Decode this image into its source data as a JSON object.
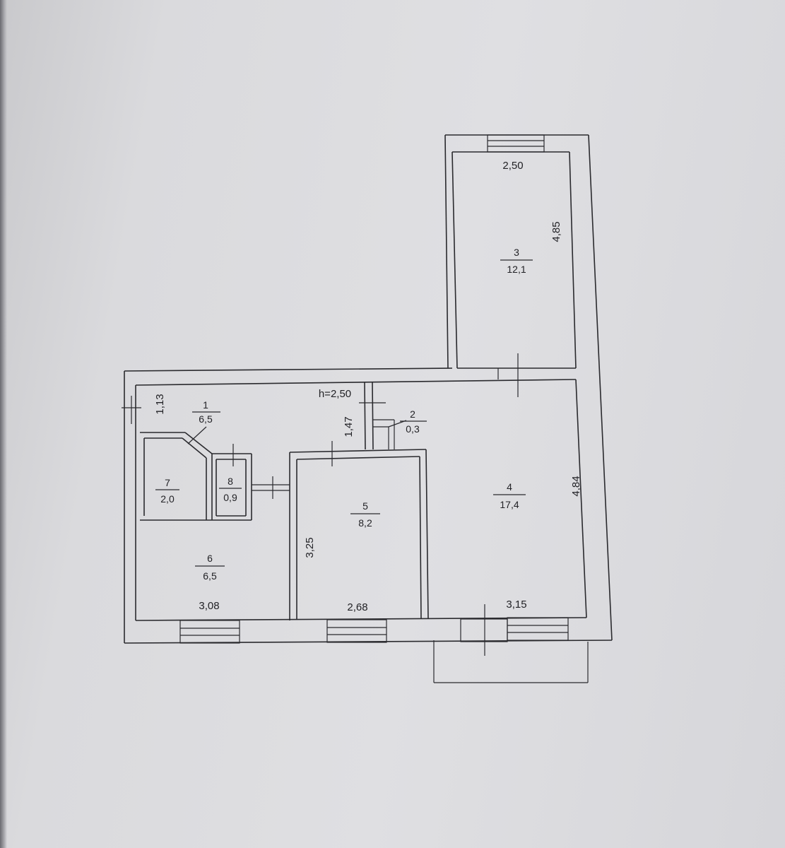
{
  "ceiling_height": "h=2,50",
  "rooms": [
    {
      "number": "1",
      "area": "6,5"
    },
    {
      "number": "2",
      "area": "0,3"
    },
    {
      "number": "3",
      "area": "12,1"
    },
    {
      "number": "4",
      "area": "17,4"
    },
    {
      "number": "5",
      "area": "8,2"
    },
    {
      "number": "6",
      "area": "6,5"
    },
    {
      "number": "7",
      "area": "2,0"
    },
    {
      "number": "8",
      "area": "0,9"
    }
  ],
  "dimensions": {
    "room3_width": "2,50",
    "room3_length": "4,85",
    "room4_length": "4,84",
    "room4_width": "3,15",
    "room5_width": "2,68",
    "room5_height": "3,25",
    "room6_width": "3,08",
    "hall_width": "1,13",
    "corridor_length": "1,47"
  }
}
